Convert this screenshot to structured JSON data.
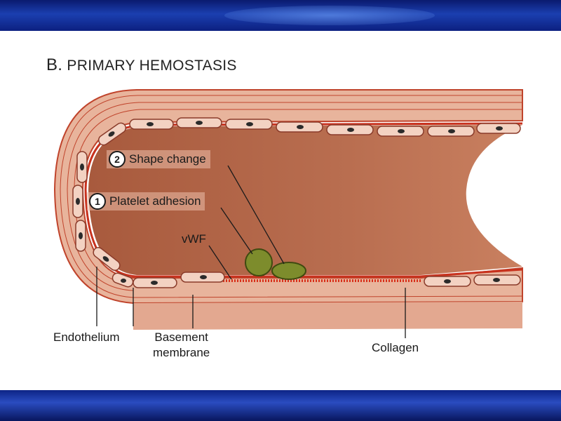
{
  "title": {
    "prefix": "B.",
    "text": "PRIMARY HEMOSTASIS"
  },
  "steps": [
    {
      "number": "2",
      "text": "Shape change"
    },
    {
      "number": "1",
      "text": "Platelet adhesion"
    }
  ],
  "labels": {
    "vwf": "vWF",
    "endothelium": "Endothelium",
    "basement_membrane": "Basement\nmembrane",
    "collagen": "Collagen"
  },
  "colors": {
    "lumen": "#b5684a",
    "wall": "#e7b39c",
    "endothelial_cell": "#f3d2c2",
    "nucleus": "#2b2b2b",
    "membrane_red": "#c8321e",
    "platelet": "#7a8a2a",
    "header_bar": "#1b3fb0"
  }
}
